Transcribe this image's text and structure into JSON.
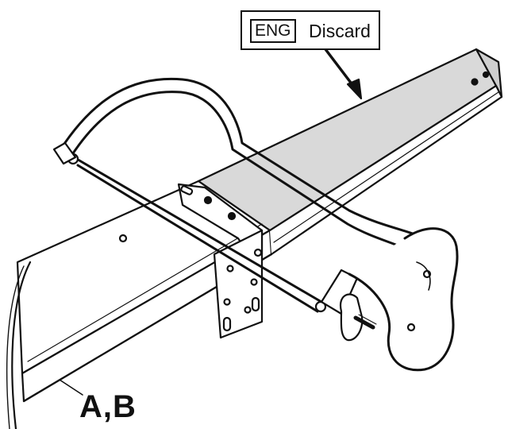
{
  "callout": {
    "language_tag": "ENG",
    "instruction": "Discard"
  },
  "part_label": "A,B",
  "colors": {
    "line": "#111111",
    "shade": "#d9d9d9",
    "background": "#ffffff"
  },
  "icons": [
    "hacksaw-icon",
    "arrow-icon",
    "wing-nut-icon"
  ]
}
